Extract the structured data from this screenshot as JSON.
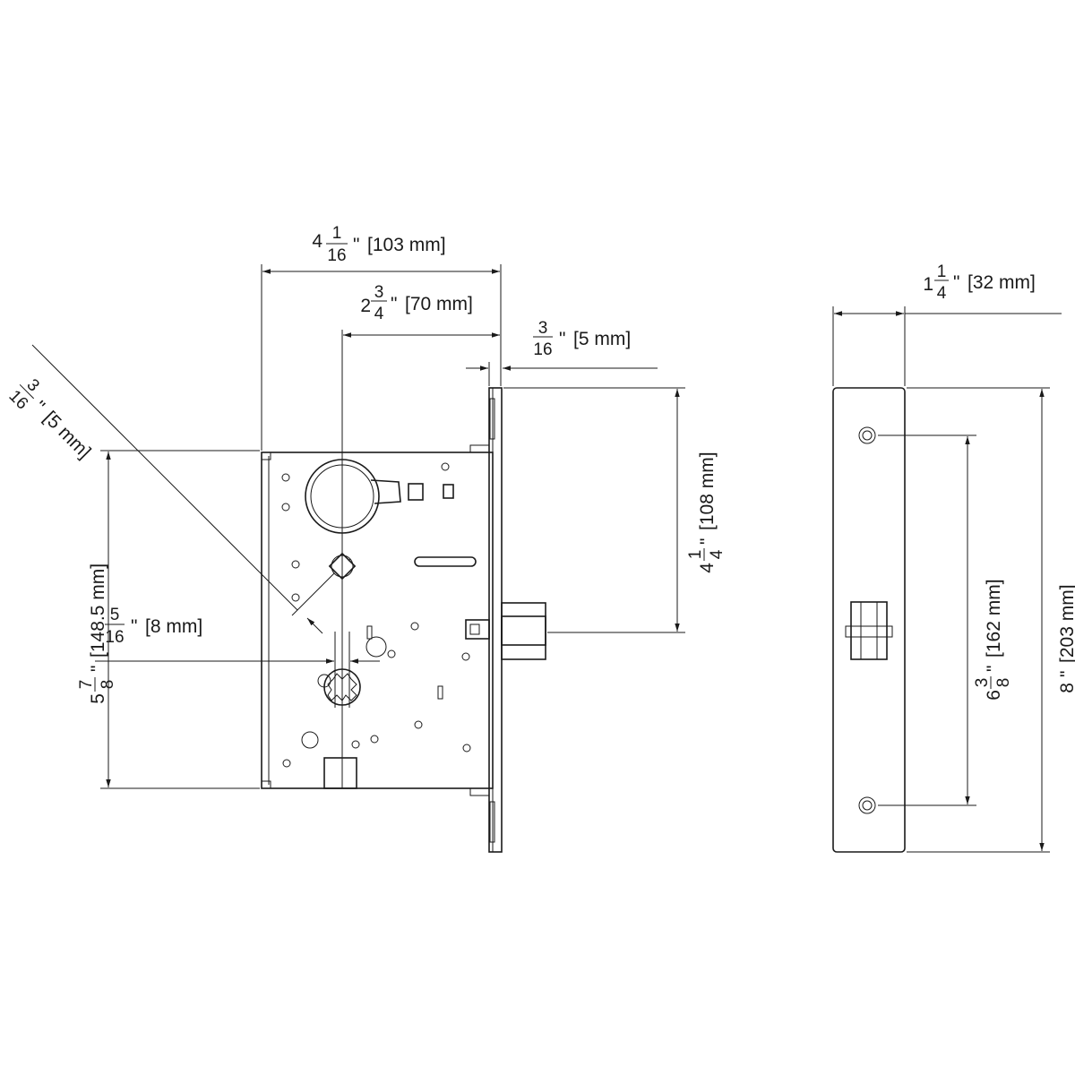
{
  "colors": {
    "ink": "#1a1a1a",
    "background": "#ffffff"
  },
  "dimensions": {
    "overall_width": {
      "whole": "4",
      "num": "1",
      "den": "16",
      "inch_mark": "\"",
      "metric": "[103 mm]"
    },
    "backset": {
      "whole": "2",
      "num": "3",
      "den": "4",
      "inch_mark": "\"",
      "metric": "[70 mm]"
    },
    "faceplate_thickness": {
      "num": "3",
      "den": "16",
      "inch_mark": "\"",
      "metric": "[5 mm]"
    },
    "diagonal_offset": {
      "num": "3",
      "den": "16",
      "inch_mark": "\"",
      "metric": "[5 mm]"
    },
    "case_height": {
      "whole": "5",
      "num": "7",
      "den": "8",
      "inch_mark": "\"",
      "metric": "[148.5 mm]"
    },
    "spindle_offset": {
      "num": "5",
      "den": "16",
      "inch_mark": "\"",
      "metric": "[8 mm]"
    },
    "hub_to_latch": {
      "whole": "4",
      "num": "1",
      "den": "4",
      "inch_mark": "\"",
      "metric": "[108 mm]"
    },
    "faceplate_width": {
      "whole": "1",
      "num": "1",
      "den": "4",
      "inch_mark": "\"",
      "metric": "[32 mm]"
    },
    "screw_spacing": {
      "whole": "6",
      "num": "3",
      "den": "8",
      "inch_mark": "\"",
      "metric": "[162 mm]"
    },
    "faceplate_height": {
      "whole": "8",
      "inch_mark": "\"",
      "metric": "[203 mm]"
    }
  }
}
